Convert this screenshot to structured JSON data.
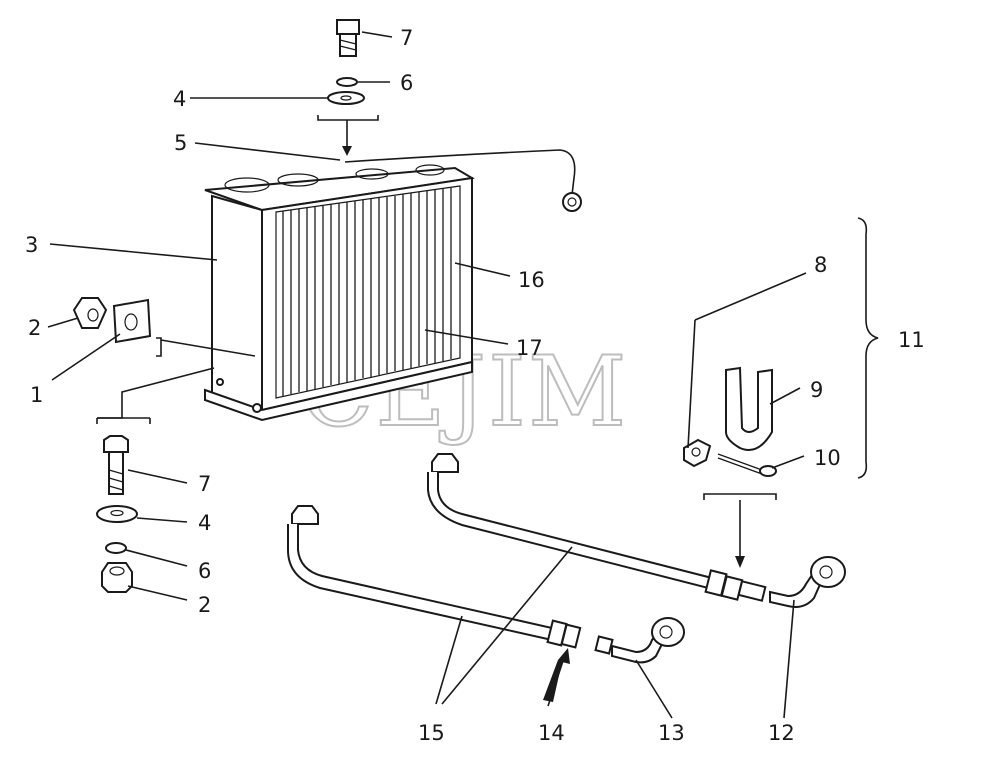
{
  "watermark": "CEJIM",
  "callouts": {
    "c1": "1",
    "c2a": "2",
    "c2b": "2",
    "c3": "3",
    "c4a": "4",
    "c4b": "4",
    "c5": "5",
    "c6a": "6",
    "c6b": "6",
    "c7a": "7",
    "c7b": "7",
    "c8": "8",
    "c9": "9",
    "c10": "10",
    "c11": "11",
    "c12": "12",
    "c13": "13",
    "c14": "14",
    "c15": "15",
    "c16": "16",
    "c17": "17"
  }
}
